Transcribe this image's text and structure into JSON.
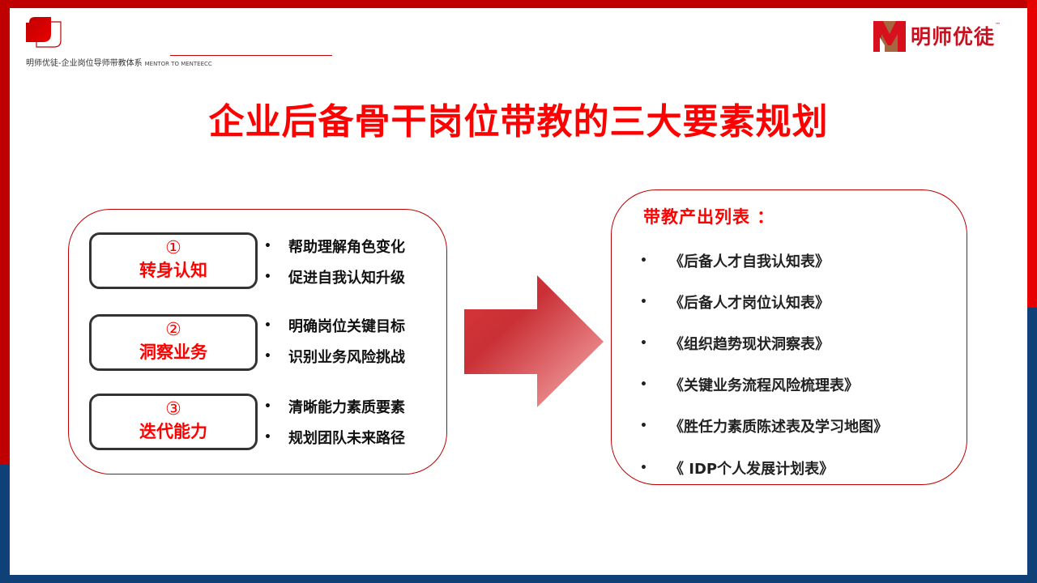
{
  "header": {
    "subtitle_cn": "明师优徒-企业岗位导师带教体系",
    "subtitle_en": "MENTOR TO MENTEECC",
    "brand_name": "明师优徒",
    "brand_tm": "™"
  },
  "colors": {
    "accent_red": "#ff0000",
    "frame_red": "#c00000",
    "frame_blue": "#0f4178",
    "brand_brown": "#a5673f"
  },
  "title": "企业后备骨干岗位带教的三大要素规划",
  "factors": [
    {
      "num": "①",
      "name": "转身认知",
      "points": [
        "帮助理解角色变化",
        "促进自我认知升级"
      ]
    },
    {
      "num": "②",
      "name": "洞察业务",
      "points": [
        "明确岗位关键目标",
        "识别业务风险挑战"
      ]
    },
    {
      "num": "③",
      "name": "迭代能力",
      "points": [
        "清晰能力素质要素",
        "规划团队未来路径"
      ]
    }
  ],
  "bullet": "•",
  "outputs": {
    "title": "带教产出列表 ：",
    "items": [
      "《后备人才自我认知表》",
      "《后备人才岗位认知表》",
      "《组织趋势现状洞察表》",
      "《关键业务流程风险梳理表》",
      "《胜任力素质陈述表及学习地图》",
      "《 IDP个人发展计划表》"
    ]
  }
}
